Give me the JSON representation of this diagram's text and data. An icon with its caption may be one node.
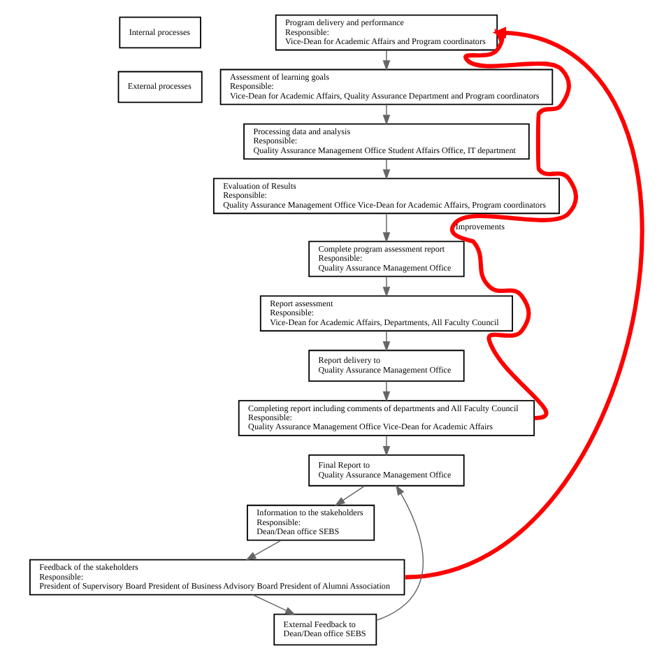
{
  "diagram": {
    "nodes": [
      {
        "text": [
          "Internal processes"
        ]
      },
      {
        "text": [
          "External processes"
        ]
      },
      {
        "text": [
          "Program delivery and performance",
          "Responsible:",
          "Vice-Dean for Academic Affairs and Program coordinators"
        ]
      },
      {
        "text": [
          "Assessment of learning goals",
          "Responsible:",
          "Vice-Dean for Academic Affairs, Quality Assurance Department and Program coordinators"
        ]
      },
      {
        "text": [
          "Processing data and analysis",
          "Responsible:",
          "Quality Assurance Management Office Student Affairs Office, IT department"
        ]
      },
      {
        "text": [
          "Evaluation of Results",
          "Responsible:",
          "Quality Assurance Management Office Vice-Dean for Academic Affairs, Program coordinators"
        ]
      },
      {
        "text": [
          "Complete program assessment report",
          "Responsible:",
          "Quality Assurance Management Office"
        ]
      },
      {
        "text": [
          "Report assessment",
          "Responsible:",
          "Vice-Dean for Academic Affairs, Departments, All Faculty Council"
        ]
      },
      {
        "text": [
          "Report delivery to",
          "Quality Assurance Management Office"
        ]
      },
      {
        "text": [
          "Completing report including comments of departments and All Faculty Council",
          "Responsible:",
          "Quality Assurance Management Office Vice-Dean for Academic Affairs"
        ]
      },
      {
        "text": [
          "Final Report to",
          "Quality Assurance Management Office"
        ]
      },
      {
        "text": [
          "Information to the stakeholders",
          "Responsible:",
          "Dean/Dean office SEBS"
        ]
      },
      {
        "text": [
          "Feedback of the stakeholders",
          "Responsible:",
          "President of Supervisory Board President of Business Advisory Board President of Alumni Association"
        ]
      },
      {
        "text": [
          "External Feedback to",
          "Dean/Dean office SEBS"
        ]
      }
    ],
    "edges": [
      {
        "from": 2,
        "to": 3,
        "arrow": "to"
      },
      {
        "from": 3,
        "to": 4,
        "arrow": "to"
      },
      {
        "from": 4,
        "to": 5,
        "arrow": "to"
      },
      {
        "from": 5,
        "to": 6,
        "arrow": "to"
      },
      {
        "from": 6,
        "to": 7,
        "arrow": "to"
      },
      {
        "from": 7,
        "to": 8,
        "arrow": "to"
      },
      {
        "from": 8,
        "to": 9,
        "arrow": "to"
      },
      {
        "from": 9,
        "to": 10,
        "arrow": "to"
      },
      {
        "from": 10,
        "to": 11,
        "arrow": "to"
      },
      {
        "from": 11,
        "to": 12,
        "arrow": "to"
      },
      {
        "from": 12,
        "to": 13,
        "arrow": "to"
      },
      {
        "from": 13,
        "to": 10,
        "arrow": "to"
      },
      {
        "from": 9,
        "to": 2,
        "arrow": "to",
        "label": "Improvements",
        "style": "thick",
        "color": "#ff0000"
      },
      {
        "from": 12,
        "to": 2,
        "arrow": "to",
        "style": "thick",
        "color": "#ff0000"
      }
    ]
  }
}
